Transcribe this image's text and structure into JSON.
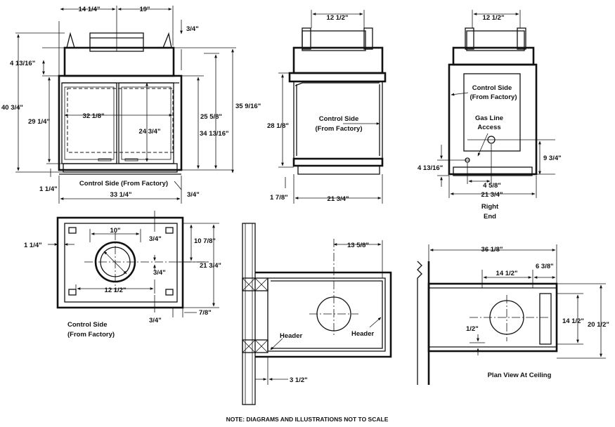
{
  "front_view": {
    "dim_top_left": "14 1/4\"",
    "dim_top_right": "19\"",
    "dim_top_small": "3/4\"",
    "dim_left_upper": "4 13/16\"",
    "dim_left_total": "40 3/4\"",
    "dim_left_middle": "29 1/4\"",
    "dim_inner_width": "32 1/8\"",
    "dim_inner_height": "24 3/4\"",
    "dim_right_a": "25 5/8\"",
    "dim_right_b": "34 13/16\"",
    "dim_right_c": "35 9/16\"",
    "caption": "Control Side (From Factory)",
    "dim_bottom_left": "1 1/4\"",
    "dim_bottom_width": "33 1/4\"",
    "dim_bottom_right": "3/4\""
  },
  "side_view": {
    "dim_top": "12 1/2\"",
    "dim_height": "28 1/8\"",
    "label_line1": "Control Side",
    "label_line2": "(From Factory)",
    "dim_bottom_left": "1 7/8\"",
    "dim_bottom_width": "21 3/4\""
  },
  "right_end_view": {
    "dim_top": "12 1/2\"",
    "label_control_line1": "Control Side",
    "label_control_line2": "(From Factory)",
    "label_gas_line1": "Gas Line",
    "label_gas_line2": "Access",
    "dim_left": "4 13/16\"",
    "dim_right": "9 3/4\"",
    "dim_bottom_a": "4 5/8\"",
    "dim_bottom_b": "21 3/4\"",
    "caption_line1": "Right",
    "caption_line2": "End"
  },
  "top_view": {
    "dim_left": "1 1/4\"",
    "dim_top_inner": "10\"",
    "dim_small_top": "3/4\"",
    "dim_right_a": "10 7/8\"",
    "dim_right_b": "21 3/4\"",
    "dim_mid": "3/4\"",
    "dim_bottom_inner": "12 1/2\"",
    "dim_bottom_small": "3/4\"",
    "dim_right_small": "7/8\"",
    "caption_line1": "Control Side",
    "caption_line2": "(From Factory)"
  },
  "header_view": {
    "dim_top": "13 5/8\"",
    "label_left": "Header",
    "label_right": "Header",
    "dim_bottom": "3 1/2\""
  },
  "ceiling_view": {
    "dim_top": "36 1/8\"",
    "dim_mid": "14 1/2\"",
    "dim_right_top": "6 3/8\"",
    "dim_left_small": "1/2\"",
    "dim_right_a": "14 1/2\"",
    "dim_right_b": "20 1/2\"",
    "caption": "Plan View At Ceiling"
  },
  "note": "NOTE: DIAGRAMS AND ILLUSTRATIONS NOT TO SCALE"
}
